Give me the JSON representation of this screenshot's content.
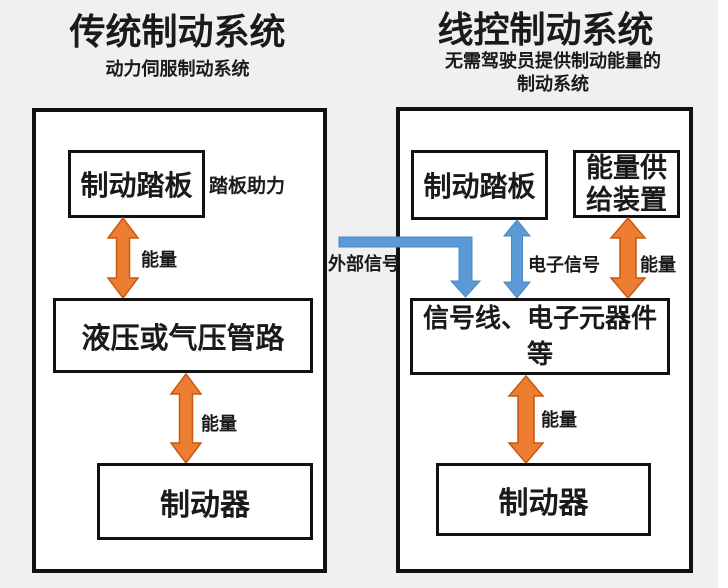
{
  "colors": {
    "background": "#f0f0f0",
    "panel_background": "#ffffff",
    "border": "#111111",
    "text": "#1a1a1a",
    "energy_arrow_fill": "#ED7D31",
    "energy_arrow_edge": "#C55A11",
    "signal_arrow_fill": "#5B9BD5",
    "signal_arrow_edge": "#4A86C8"
  },
  "left_system": {
    "title": "传统制动系统",
    "subtitle": "动力伺服制动系统",
    "pedal_box": "制动踏板",
    "pedal_note": "踏板助力",
    "energy_label_top": "能量",
    "pipeline_box": "液压或气压管路",
    "energy_label_bottom": "能量",
    "brake_box": "制动器"
  },
  "right_system": {
    "title": "线控制动系统",
    "subtitle": "无需驾驶员提供制动能量的制动系统",
    "pedal_box": "制动踏板",
    "energy_supply_box": "能量供给装置",
    "external_signal_label": "外部信号",
    "electronic_signal_label": "电子信号",
    "energy_label_top": "能量",
    "signal_box": "信号线、电子元器件等",
    "energy_label_bottom": "能量",
    "brake_box": "制动器"
  }
}
